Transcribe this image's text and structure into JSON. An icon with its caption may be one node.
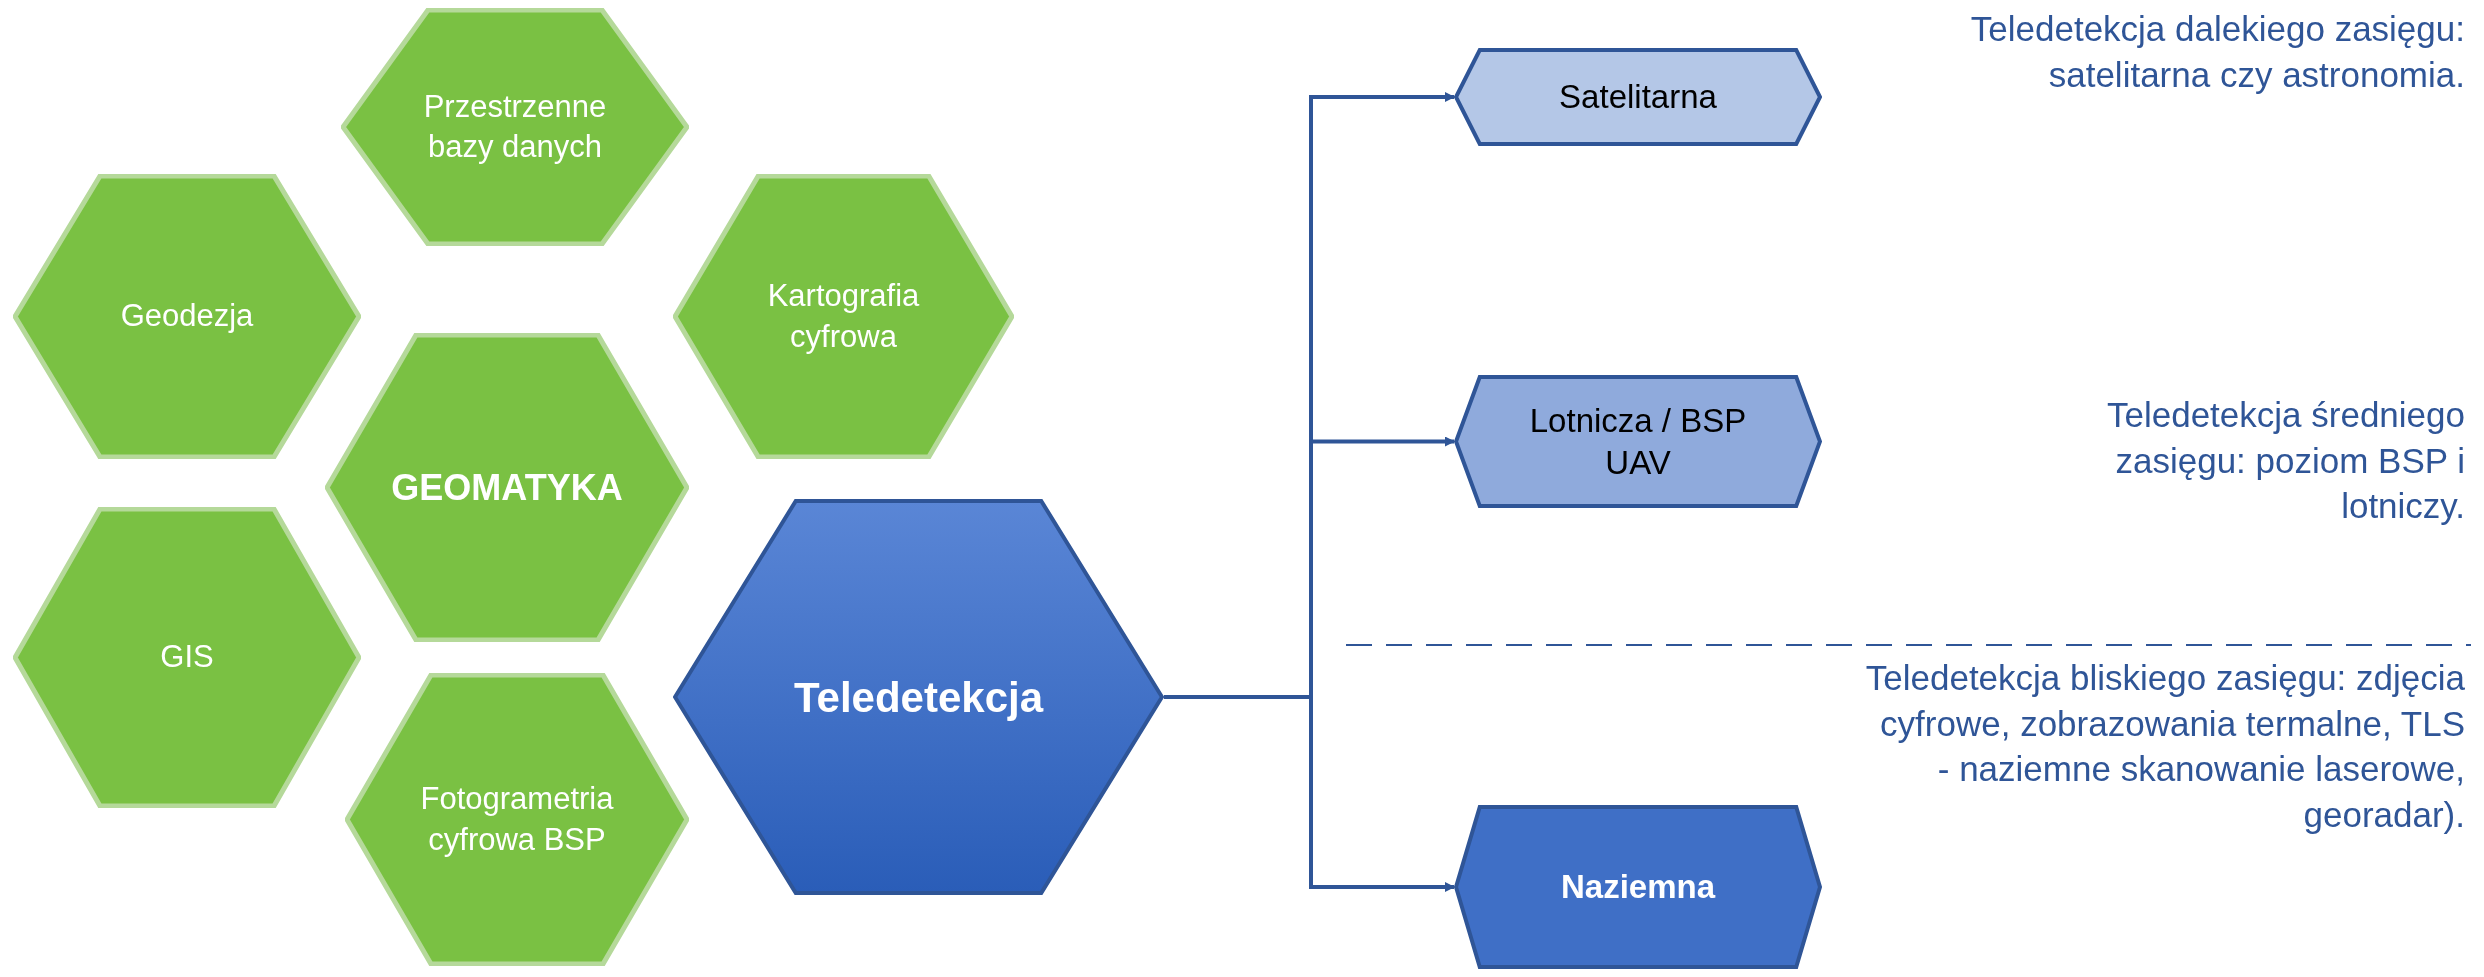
{
  "diagram": {
    "nodes": [
      {
        "text": [
          "Przestrzenne bazy danych"
        ]
      },
      {
        "text": [
          "Geodezja"
        ]
      },
      {
        "text": [
          "Kartografia cyfrowa"
        ]
      },
      {
        "text": [
          "GEOMATYKA"
        ]
      },
      {
        "text": [
          "GIS"
        ]
      },
      {
        "text": [
          "Fotogrametria cyfrowa BSP"
        ]
      },
      {
        "text": [
          "Teledetekcja"
        ]
      },
      {
        "text": [
          "Satelitarna"
        ]
      },
      {
        "text": [
          "Lotnicza / BSP UAV"
        ]
      },
      {
        "text": [
          "Naziemna"
        ]
      }
    ],
    "edges": [
      {
        "from": 6,
        "to": 7,
        "arrow": "to"
      },
      {
        "from": 6,
        "to": 8,
        "arrow": "to"
      },
      {
        "from": 6,
        "to": 9,
        "arrow": "to"
      }
    ],
    "labels": [
      "Teledetekcja dalekiego zasięgu: satelitarna czy astronomia.",
      "Teledetekcja średniego zasięgu: poziom BSP i lotniczy.",
      "Teledetekcja bliskiego zasięgu: zdjęcia cyfrowe, zobrazowania termalne, TLS - naziemne skanowanie laserowe, georadar)."
    ]
  }
}
